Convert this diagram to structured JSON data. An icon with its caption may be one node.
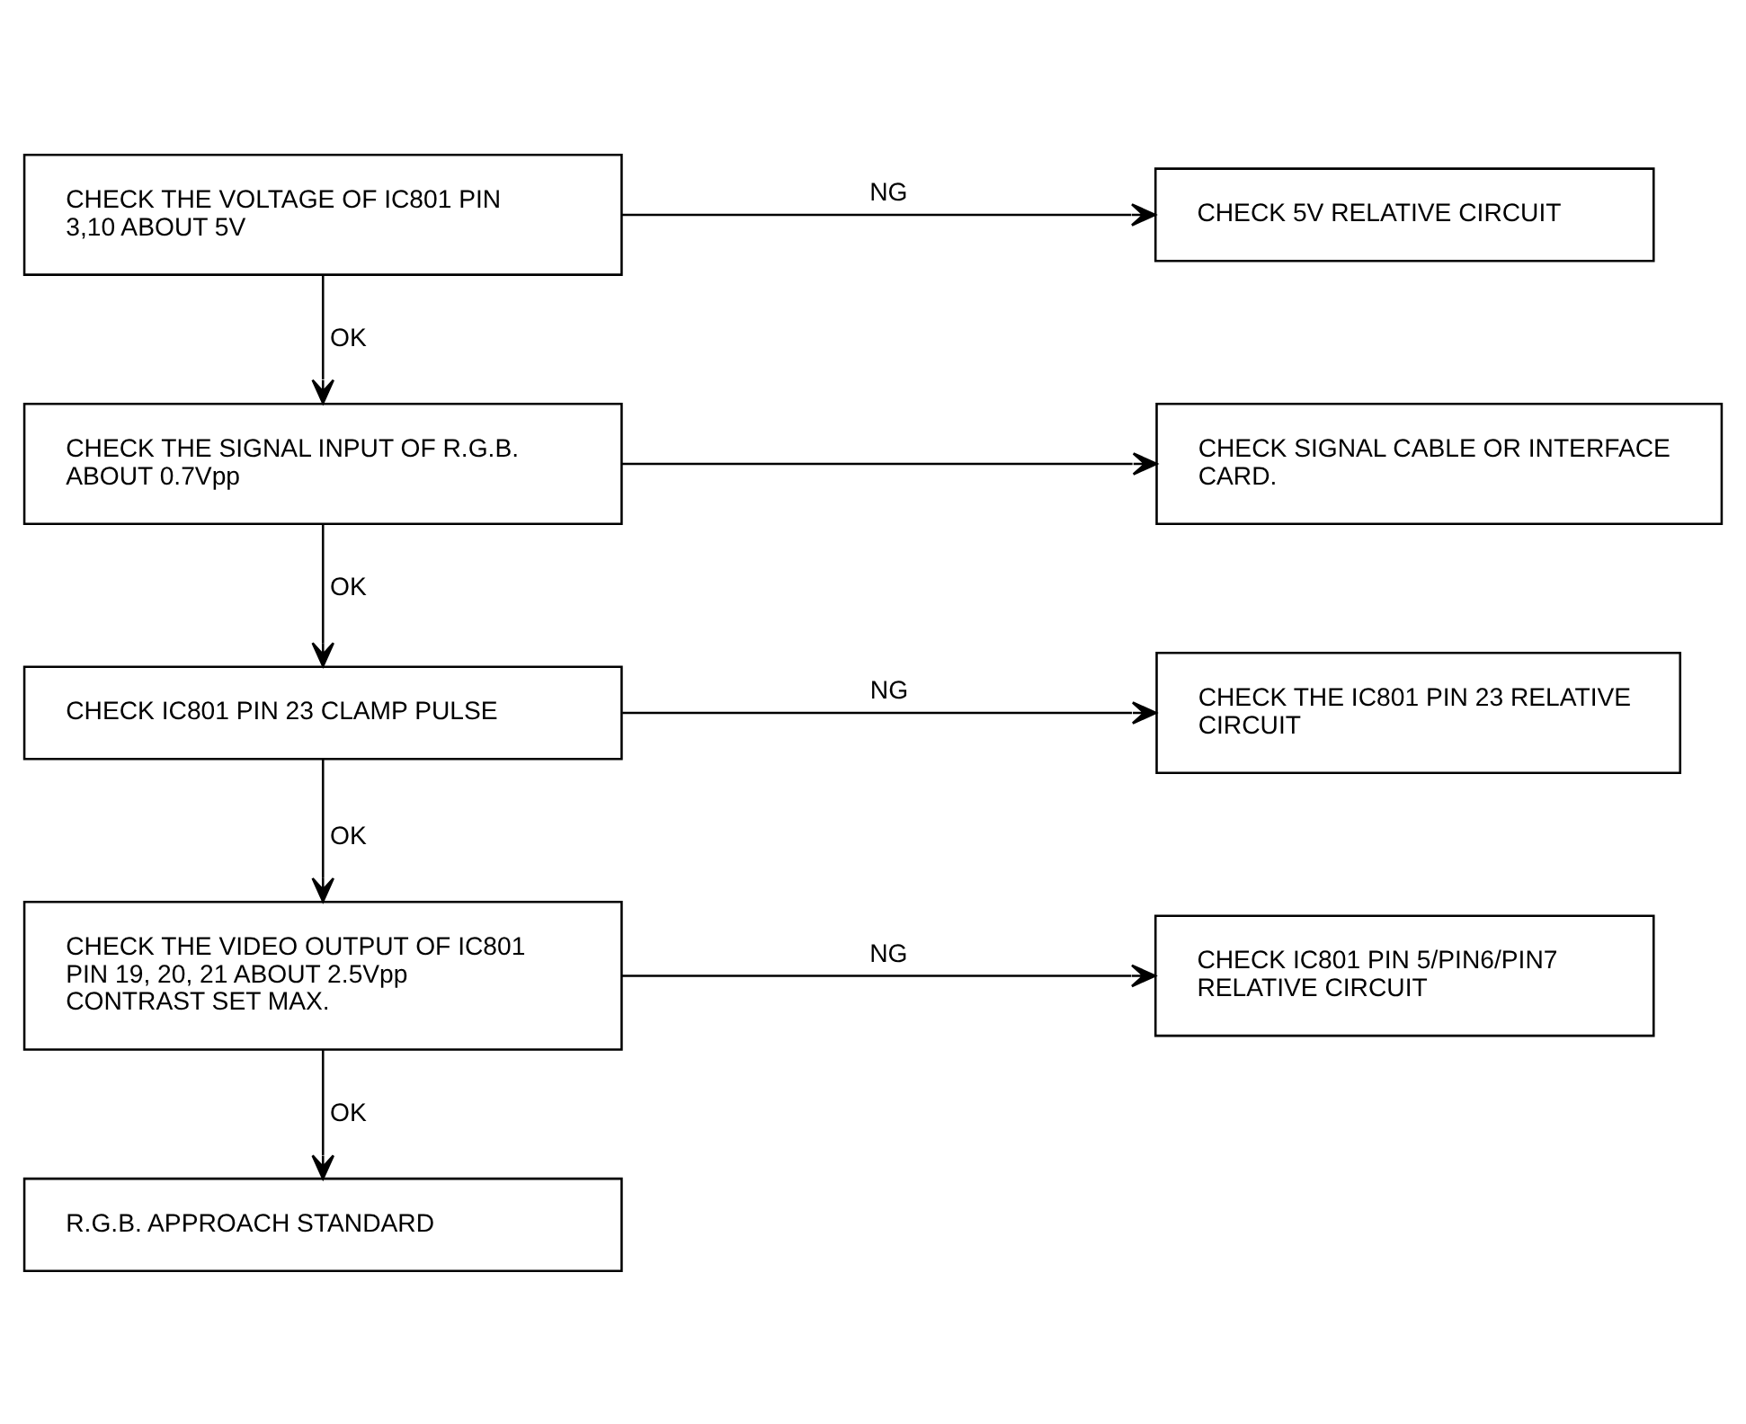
{
  "diagram": {
    "nodes": [
      {
        "text": [
          "CHECK THE VOLTAGE OF IC801 PIN 3,10 ABOUT 5V"
        ]
      },
      {
        "text": [
          "CHECK 5V RELATIVE CIRCUIT"
        ]
      },
      {
        "text": [
          "CHECK THE SIGNAL INPUT OF R.G.B. ABOUT 0.7Vpp"
        ]
      },
      {
        "text": [
          "CHECK SIGNAL CABLE OR INTERFACE CARD."
        ]
      },
      {
        "text": [
          "CHECK IC801 PIN 23 CLAMP PULSE"
        ]
      },
      {
        "text": [
          "CHECK THE IC801 PIN 23 RELATIVE CIRCUIT"
        ]
      },
      {
        "text": [
          "CHECK THE VIDEO OUTPUT OF IC801 PIN 19, 20, 21 ABOUT 2.5Vpp CONTRAST SET MAX."
        ]
      },
      {
        "text": [
          "CHECK IC801 PIN 5/PIN6/PIN7 RELATIVE CIRCUIT"
        ]
      },
      {
        "text": [
          "R.G.B. APPROACH STANDARD"
        ]
      }
    ],
    "edges": [
      {
        "from": 0,
        "to": 1,
        "arrow": "to",
        "label": "NG"
      },
      {
        "from": 0,
        "to": 2,
        "arrow": "to",
        "label": "OK"
      },
      {
        "from": 2,
        "to": 3,
        "arrow": "to"
      },
      {
        "from": 2,
        "to": 4,
        "arrow": "to",
        "label": "OK"
      },
      {
        "from": 4,
        "to": 5,
        "arrow": "to",
        "label": "NG"
      },
      {
        "from": 4,
        "to": 6,
        "arrow": "to",
        "label": "OK"
      },
      {
        "from": 6,
        "to": 7,
        "arrow": "to",
        "label": "NG"
      },
      {
        "from": 6,
        "to": 8,
        "arrow": "to",
        "label": "OK"
      }
    ]
  }
}
